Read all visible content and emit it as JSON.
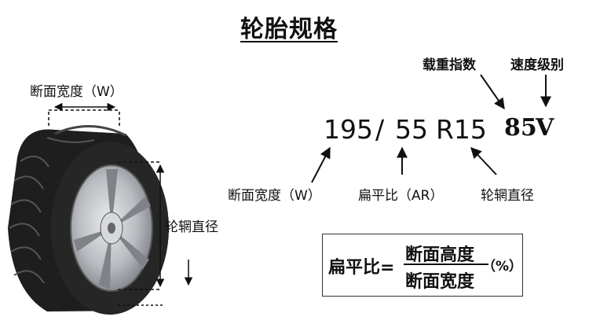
{
  "title": "轮胎规格",
  "tire_dims": {
    "width_label": "断面宽度（W）",
    "rim_label": "轮辋直径"
  },
  "spec_code": {
    "width": "195",
    "slash": "/",
    "aspect": "55",
    "rim": "R15",
    "load": "85",
    "speed": "V"
  },
  "callouts": {
    "load_index": "载重指数",
    "speed_rating": "速度级别",
    "width": "断面宽度（W）",
    "aspect_ratio": "扁平比（AR）",
    "rim_diameter": "轮辋直径"
  },
  "formula": {
    "lhs": "扁平比=",
    "numerator": "断面高度",
    "denominator": "断面宽度",
    "unit": "（%）"
  },
  "colors": {
    "ink": "#111111",
    "tire": "#1e1e1e",
    "rim": "#b9bcc0"
  }
}
